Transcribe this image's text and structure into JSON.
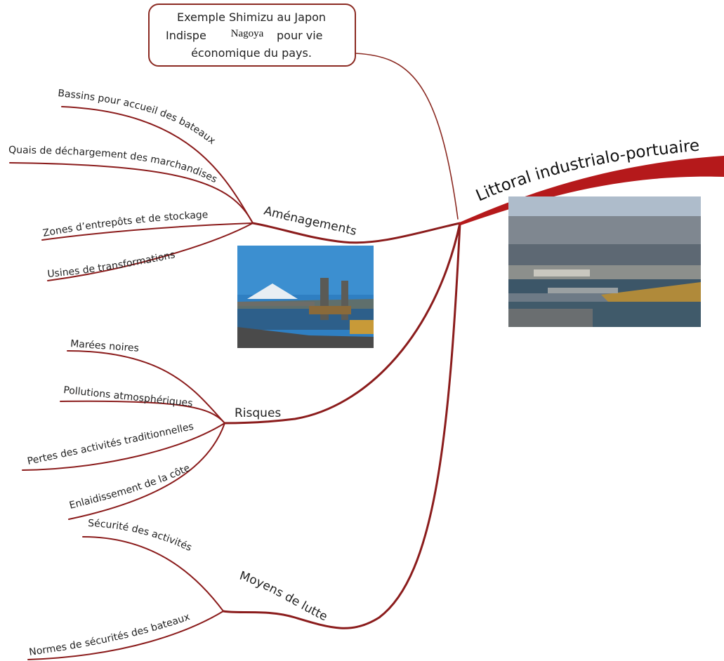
{
  "colors": {
    "branch": "#8b1c1c",
    "central": "#b5191b",
    "box_stroke": "#8b2a22"
  },
  "central": {
    "title": "Littoral industrialo-portuaire"
  },
  "note": {
    "line1": "Exemple Shimizu au Japon",
    "line2_start": "Indispe",
    "line2_end": "pour vie",
    "line3": "économique du pays.",
    "overlay": "Nagoya"
  },
  "branches": {
    "amenagements": {
      "label": "Aménagements",
      "items": [
        "Bassins pour accueil des bateaux",
        "Quais de déchargement des marchandises",
        "Zones d’entrepôts et de stockage",
        "Usines de transformations"
      ]
    },
    "risques": {
      "label": "Risques",
      "items": [
        "Marées noires",
        "Pollutions atmosphériques",
        "Pertes des activités traditionnelles",
        "Enlaidissement de la côte"
      ]
    },
    "moyens": {
      "label": "Moyens de lutte",
      "items": [
        "Sécurité des activités",
        "Normes de sécurités des bateaux"
      ]
    }
  },
  "images": {
    "port_photo": "port-aerial-photo",
    "mountain_photo": "industrial-port-mount-fuji-photo"
  }
}
